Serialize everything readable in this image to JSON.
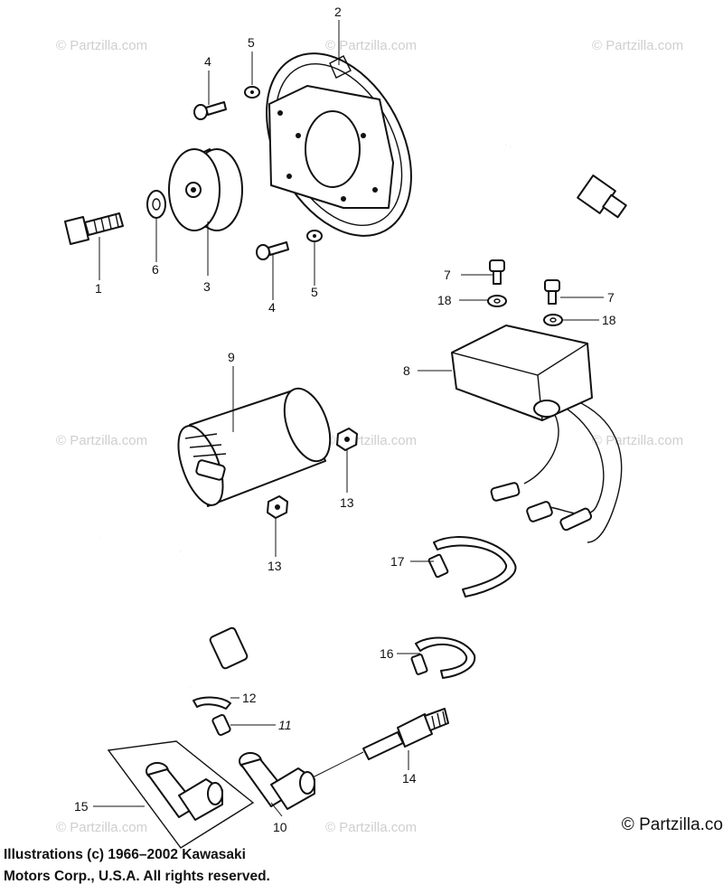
{
  "callouts": {
    "c1": "1",
    "c2": "2",
    "c3": "3",
    "c4a": "4",
    "c4b": "4",
    "c5a": "5",
    "c5b": "5",
    "c6": "6",
    "c7a": "7",
    "c7b": "7",
    "c8": "8",
    "c9": "9",
    "c10": "10",
    "c11": "11",
    "c12": "12",
    "c13a": "13",
    "c13b": "13",
    "c14": "14",
    "c15": "15",
    "c16": "16",
    "c17": "17",
    "c18a": "18",
    "c18b": "18"
  },
  "watermark": "© Partzilla.com",
  "corner_mark": "© Partzilla.co",
  "copyright": {
    "line1": "Illustrations (c) 1966–2002 Kawasaki",
    "line2": "Motors Corp., U.S.A.  All rights reserved."
  }
}
